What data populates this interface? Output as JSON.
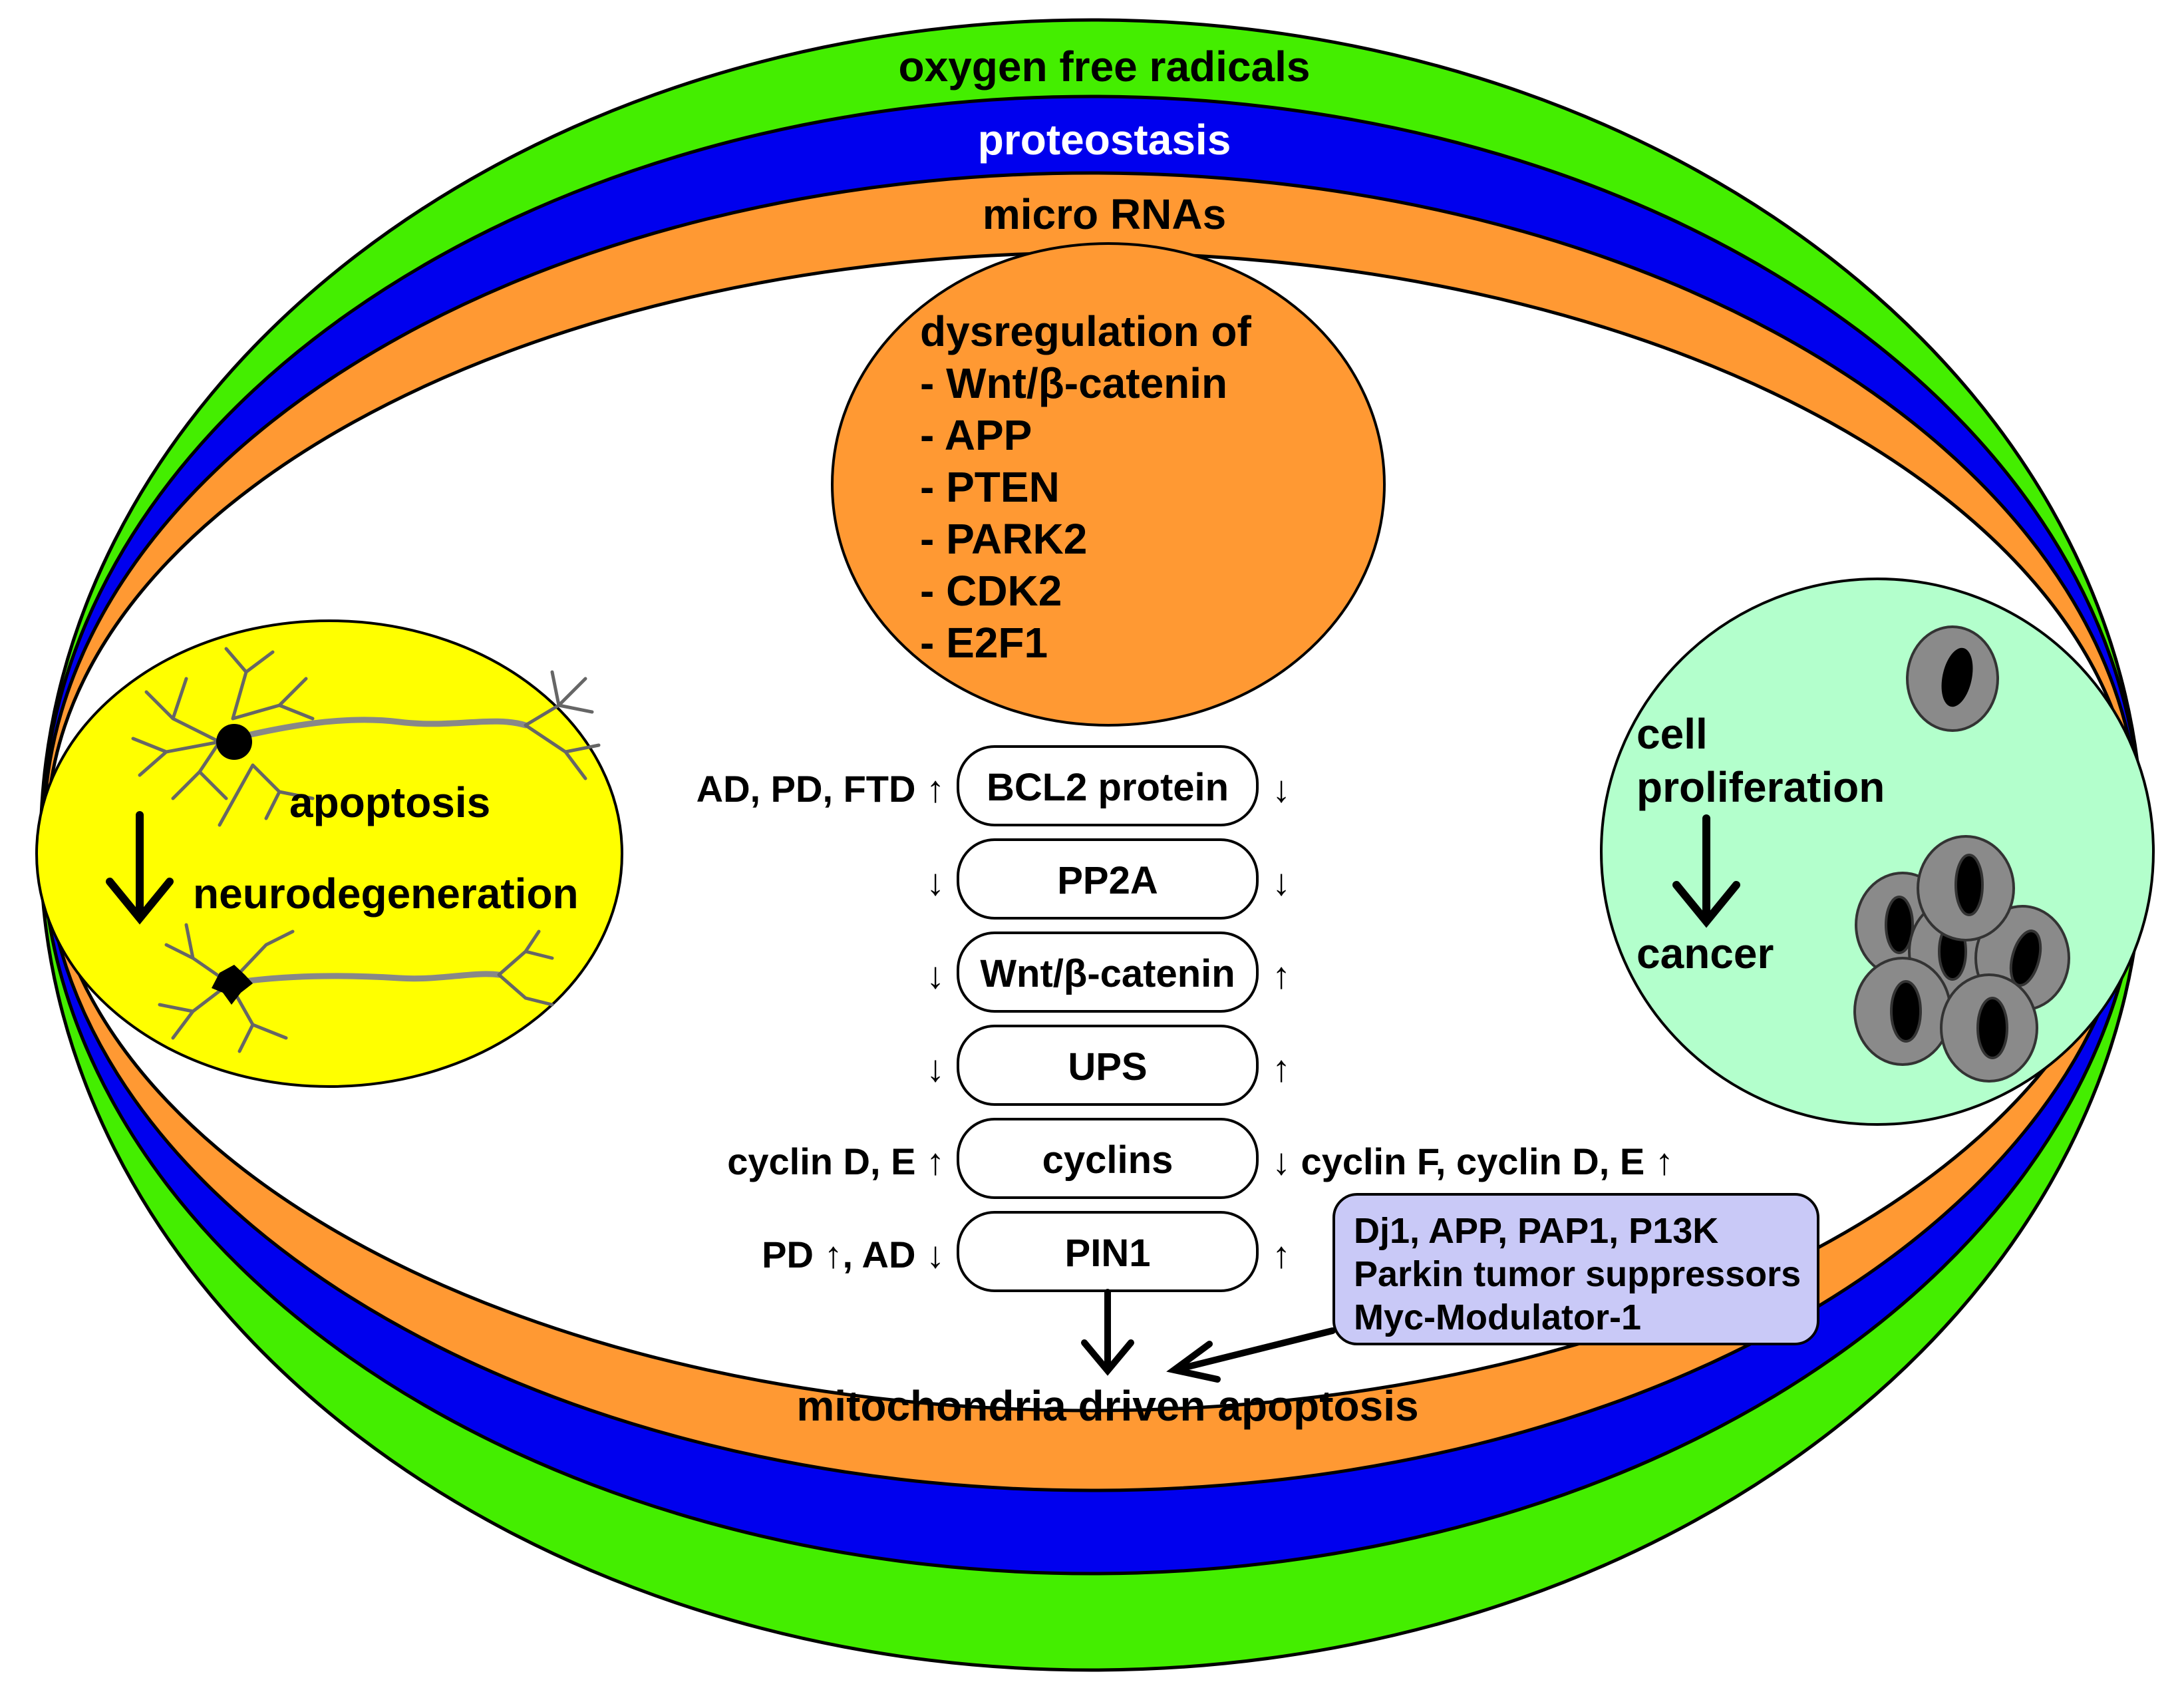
{
  "rings": {
    "outer": "oxygen free radicals",
    "middle": "proteostasis",
    "inner": "micro RNAs"
  },
  "dysregulation": {
    "title": "dysregulation of",
    "items": [
      "- Wnt/β-catenin",
      "- APP",
      "- PTEN",
      "- PARK2",
      "- CDK2",
      "- E2F1"
    ]
  },
  "left_circle": {
    "top": "apoptosis",
    "bottom": "neurodegeneration"
  },
  "right_circle": {
    "line1": "cell",
    "line2": "proliferation",
    "bottom": "cancer"
  },
  "pathway": [
    {
      "label": "BCL2 protein",
      "left": "AD, PD, FTD ↑",
      "right": "↓"
    },
    {
      "label": "PP2A",
      "left": "↓",
      "right": "↓"
    },
    {
      "label": "Wnt/β-catenin",
      "left": "↓",
      "right": "↑"
    },
    {
      "label": "UPS",
      "left": "↓",
      "right": "↑"
    },
    {
      "label": "cyclins",
      "left": "cyclin D, E ↑",
      "right": "↓ cyclin F, cyclin D, E ↑"
    },
    {
      "label": "PIN1",
      "left": "PD ↑, AD ↓",
      "right": "↑"
    }
  ],
  "suppressors": {
    "lines": [
      "Dj1, APP, PAP1, P13K",
      "Parkin tumor suppressors",
      "Myc-Modulator-1"
    ]
  },
  "outcome": "mitochondria driven apoptosis",
  "colors": {
    "green": "#44ee00",
    "blue": "#0000ee",
    "orange": "#ff9933",
    "yellow": "#ffff00",
    "mint": "#b3ffcc",
    "lavender": "#c9c9f7",
    "cell_gray": "#8a8a8a"
  }
}
